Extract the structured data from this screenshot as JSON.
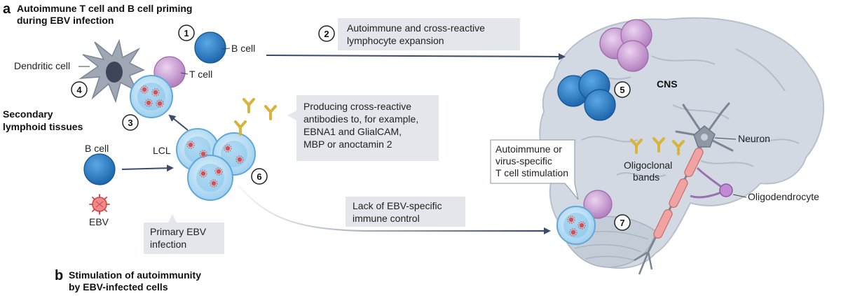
{
  "panels": {
    "a": {
      "letter": "a",
      "title_line1": "Autoimmune T cell and B cell priming",
      "title_line2": "during EBV infection"
    },
    "b": {
      "letter": "b",
      "title_line1": "Stimulation of autoimmunity",
      "title_line2": "by EBV-infected cells"
    }
  },
  "labels": {
    "b_cell_top": "B cell",
    "t_cell": "T cell",
    "dendritic_cell": "Dendritic cell",
    "secondary_line1": "Secondary",
    "secondary_line2": "lymphoid tissues",
    "b_cell_left": "B cell",
    "ebv": "EBV",
    "lcl": "LCL",
    "cns": "CNS",
    "neuron": "Neuron",
    "oligoclonal_line1": "Oligoclonal",
    "oligoclonal_line2": "bands",
    "oligodendrocyte": "Oligodendrocyte"
  },
  "steps": {
    "s1": "1",
    "s2": "2",
    "s3": "3",
    "s4": "4",
    "s5": "5",
    "s6": "6",
    "s7": "7"
  },
  "callouts": {
    "expansion_line1": "Autoimmune and cross-reactive",
    "expansion_line2": "lymphocyte expansion",
    "antibodies_line1": "Producing cross-reactive",
    "antibodies_line2": "antibodies to, for example,",
    "antibodies_line3": "EBNA1 and GlialCAM,",
    "antibodies_line4": "MBP or anoctamin 2",
    "primary_line1": "Primary EBV",
    "primary_line2": "infection",
    "lack_line1": "Lack of EBV-specific",
    "lack_line2": "immune control",
    "stim_line1": "Autoimmune or",
    "stim_line2": "virus-specific",
    "stim_line3": "T cell stimulation"
  },
  "colors": {
    "b_cell": "#2f7fc4",
    "t_cell": "#c79ad0",
    "lcl": "#bfe3f7",
    "virus": "#e24a4a",
    "antibody": "#d9b43c",
    "brain": "#d2d9e2",
    "callout": "#e3e6ea",
    "arrow": "#3c4a6b",
    "axon": "#f0a3a3"
  }
}
